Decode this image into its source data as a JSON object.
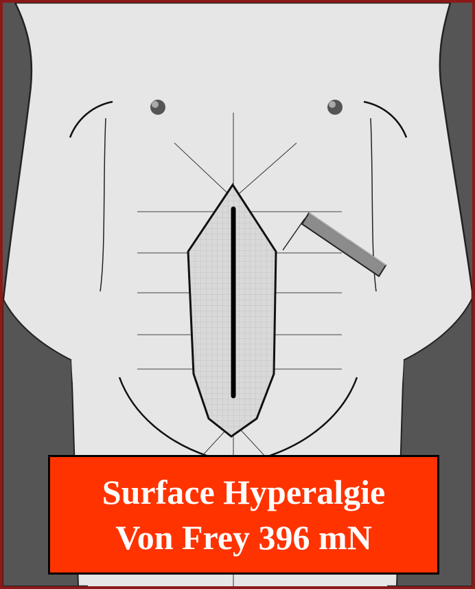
{
  "label": {
    "line1": "Surface Hyperalgie",
    "line2": "Von Frey 396 mN"
  },
  "colors": {
    "frame": "#8a1a1a",
    "background": "#555555",
    "skin": "#e6e6e6",
    "label_background": "#ff3300",
    "label_text": "#ffffff"
  },
  "icons": {
    "probe": "von-frey-filament",
    "incision": "midline-incision"
  }
}
